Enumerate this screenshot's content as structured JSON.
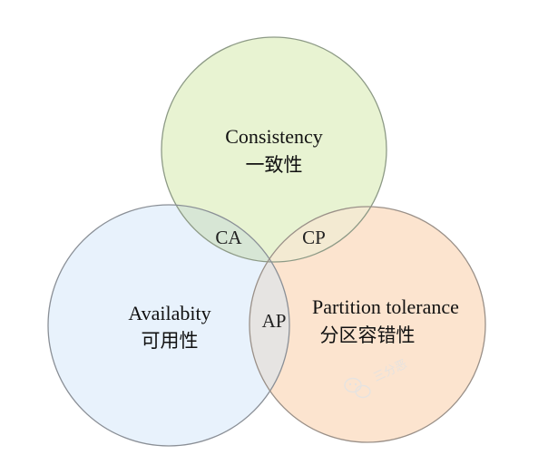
{
  "sets": {
    "consistency": {
      "title": "Consistency",
      "subtitle": "一致性",
      "fill": "#e8f3d2",
      "stroke": "#8d9a86"
    },
    "availability": {
      "title": "Availabity",
      "subtitle": "可用性",
      "fill": "#e8f2fc",
      "stroke": "#8a8f96"
    },
    "partition": {
      "title": "Partition tolerance",
      "subtitle": "分区容错性",
      "fill": "#fce4cf",
      "stroke": "#9a9088"
    }
  },
  "overlaps": {
    "ca": "CA",
    "cp": "CP",
    "ap": "AP"
  },
  "overlap_colors": {
    "ca": "#d7e6d5",
    "cp": "#f3ead2",
    "ap": "#e6e4e2"
  },
  "watermark": {
    "text": "三分恶",
    "icon": "wechat-icon"
  }
}
